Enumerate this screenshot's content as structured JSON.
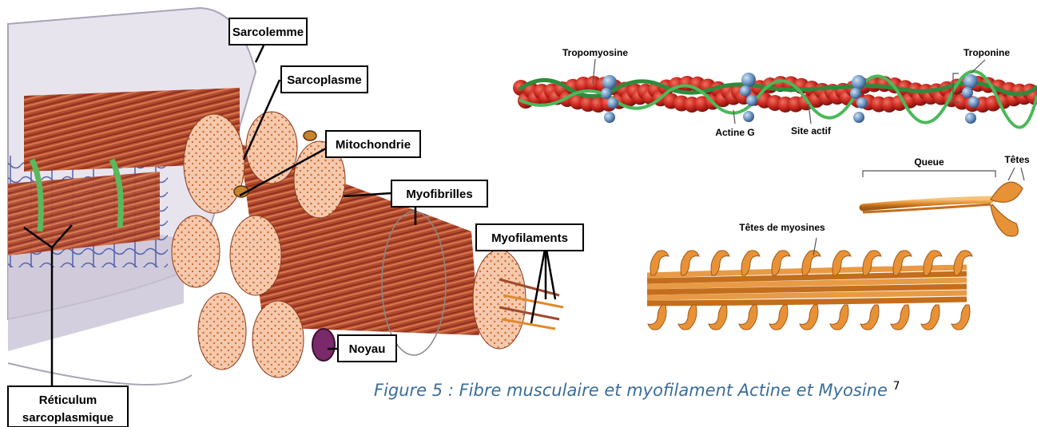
{
  "fiber_labels": {
    "sarcolemme": "Sarcolemme",
    "sarcoplasme": "Sarcoplasme",
    "mitochondrie": "Mitochondrie",
    "myofibrilles": "Myofibrilles",
    "myofilaments": "Myofilaments",
    "noyau": "Noyau",
    "reticulum_line1": "Réticulum",
    "reticulum_line2": "sarcoplasmique"
  },
  "actin_labels": {
    "tropomyosine": "Tropomyosine",
    "troponine": "Troponine",
    "actine_g": "Actine G",
    "site_actif": "Site actif"
  },
  "myosin_labels": {
    "queue": "Queue",
    "tetes": "Têtes",
    "tetes_de_myosines": "Têtes de myosines"
  },
  "caption": {
    "text": "Figure 5 : Fibre musculaire et myofilament Actine et Myosine",
    "ref": "7"
  },
  "colors": {
    "caption": "#3a6d9a",
    "actin": "#c8261c",
    "tropomyosin": "#3aa048",
    "troponin": "#5a86b8",
    "myosin": "#e08a2a",
    "muscle": "#b04a30",
    "fibril_face": "#f4c4a8",
    "reticulum": "#4a5aa8"
  }
}
